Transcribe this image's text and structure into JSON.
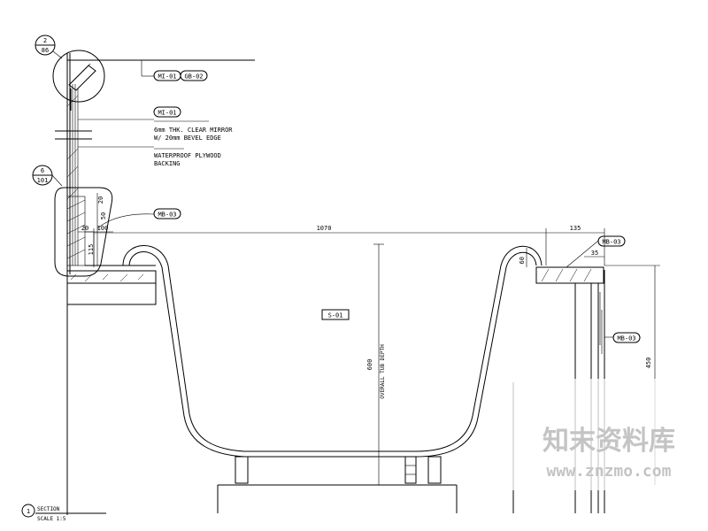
{
  "callouts": {
    "detail_top_num": "2",
    "detail_top_sheet": "86",
    "detail_side_num": "6",
    "detail_side_sheet": "101",
    "section_num": "1"
  },
  "tags": {
    "mi01_a": "MI-01",
    "gb02": "GB-02",
    "mi01_b": "MI-01",
    "mb03_a": "MB-03",
    "mb03_b": "MB-03",
    "mb03_c": "MB-03",
    "s01": "S-01"
  },
  "notes": {
    "mirror_line1": "6mm THK. CLEAR MIRROR",
    "mirror_line2": "W/ 20mm BEVEL EDGE",
    "plywood_line1": "WATERPROOF PLYWOOD",
    "plywood_line2": "BACKING",
    "tub_depth_label": "OVERALL TUB DEPTH",
    "section_title": "SECTION",
    "scale_label": "SCALE   1:5"
  },
  "dimensions": {
    "tub_width": "1070",
    "rim_135": "135",
    "rim_35": "35",
    "rim_60": "60",
    "depth_600": "600",
    "height_450": "450",
    "dim_20a": "20",
    "dim_50": "50",
    "dim_20b": "20",
    "dim_100": "100",
    "dim_115": "115"
  },
  "watermark": {
    "title": "知末资料库",
    "url": "www.znzmo.com"
  }
}
